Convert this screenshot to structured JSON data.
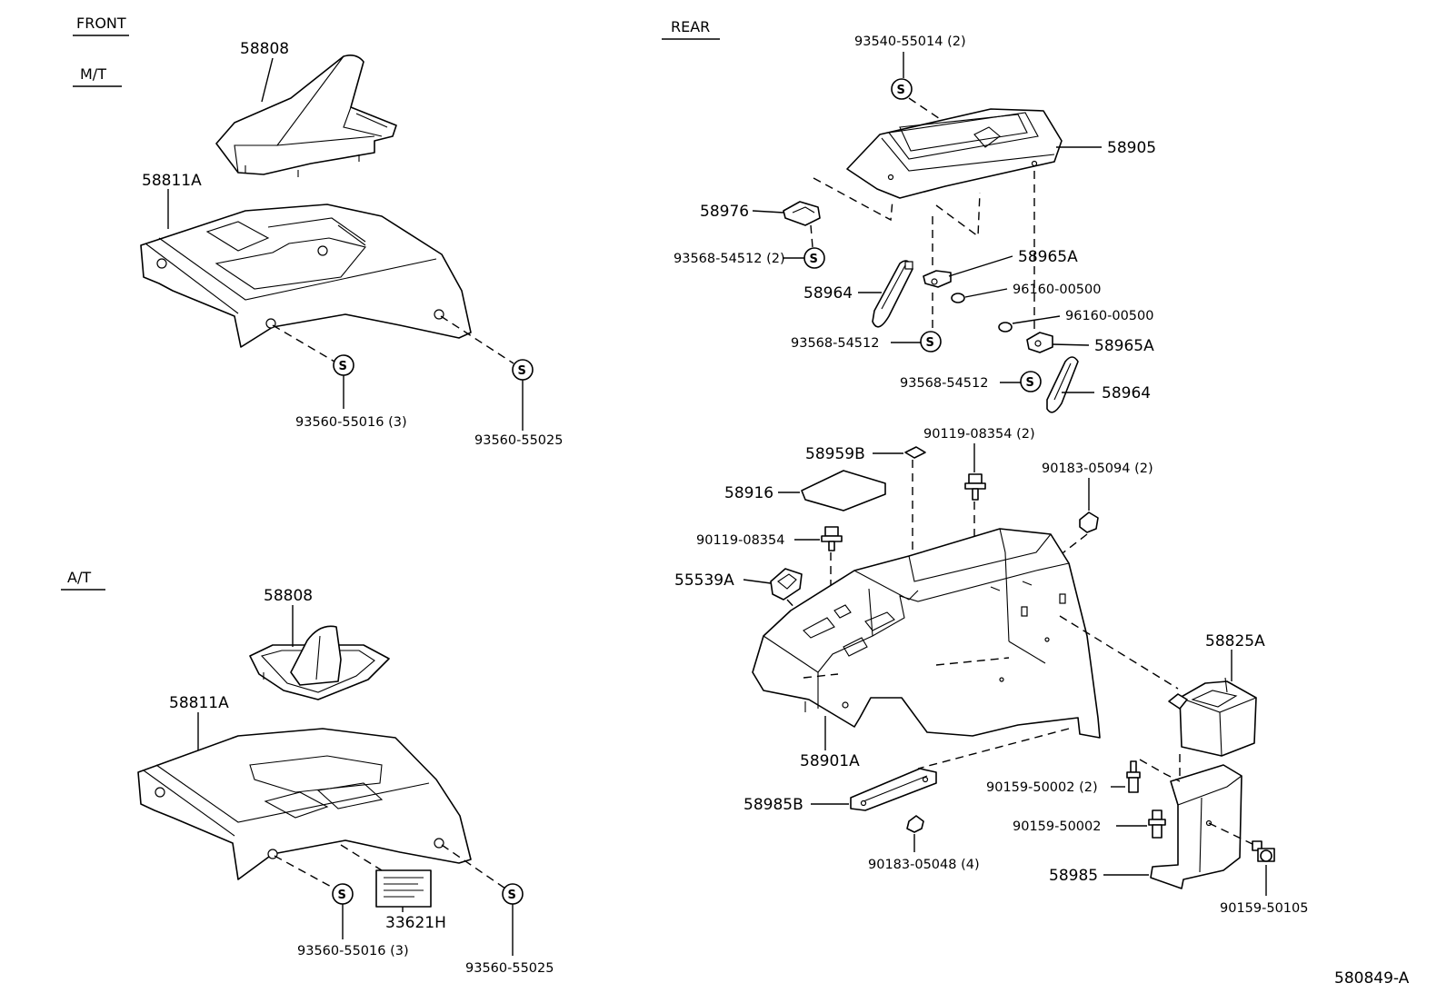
{
  "sections": {
    "front": "FRONT",
    "mt": "M/T",
    "at": "A/T",
    "rear": "REAR"
  },
  "symbol": "S",
  "figure_id": "580849-A",
  "mt_parts": {
    "boot": "58808",
    "console_panel": "58811A",
    "screw_a": "93560-55016 (3)",
    "screw_b": "93560-55025"
  },
  "at_parts": {
    "boot": "58808",
    "console_panel": "58811A",
    "label": "33621H",
    "screw_a": "93560-55016 (3)",
    "screw_b": "93560-55025"
  },
  "rear_parts": {
    "screw_top": "93540-55014 (2)",
    "lid": "58905",
    "stopper": "58976",
    "screw_stopper": "93568-54512 (2)",
    "hinge_right_upper": "58965A",
    "arm_left": "58964",
    "nut_upper": "96160-00500",
    "nut_lower": "96160-00500",
    "screw_mid": "93568-54512",
    "hinge_right_lower": "58965A",
    "screw_lower": "93568-54512",
    "arm_right": "58964",
    "pad_small": "58959B",
    "bolt_top": "90119-08354 (2)",
    "nut_clip": "90183-05094 (2)",
    "pad": "58916",
    "bolt_left": "90119-08354",
    "switch_bracket": "55539A",
    "ashtray": "58825A",
    "console_box": "58901A",
    "bolt_bracket_a": "90159-50002 (2)",
    "bracket_small": "58985B",
    "bolt_bracket_b": "90159-50002",
    "nut_bottom": "90183-05048 (4)",
    "bracket": "58985",
    "bolt_side": "90159-50105"
  }
}
